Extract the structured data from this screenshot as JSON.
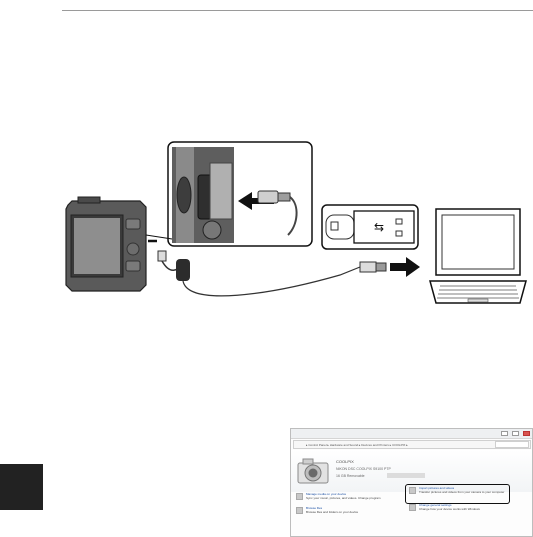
{
  "page": {
    "section_tab_color": "#222222",
    "rule_color": "#9a9a9a"
  },
  "illustration": {
    "description_icons": [
      "camera",
      "usb-cable",
      "usb-connector-closeup",
      "laptop"
    ],
    "usb_symbol": "⇆"
  },
  "windows_dialog": {
    "address": "▸ Control Panel ▸ Hardware and Sound ▸ Devices and Printers ▸ COOLPIX ▸",
    "device_name": "COOLPIX",
    "device_model": "NIKON DSC COOLPIX S9100 PTP",
    "device_storage": "16 GB Removable",
    "tasks": [
      {
        "title": "Manage media on your device",
        "desc": "Sync your music, pictures, and videos. Change program"
      },
      {
        "title": "Import pictures and videos",
        "desc": "Transfer pictures and videos from your camera to your computer"
      },
      {
        "title": "Browse files",
        "desc": "Browse files and folders on your device"
      },
      {
        "title": "Change general settings",
        "desc": "Change how your device works with Windows"
      }
    ]
  }
}
